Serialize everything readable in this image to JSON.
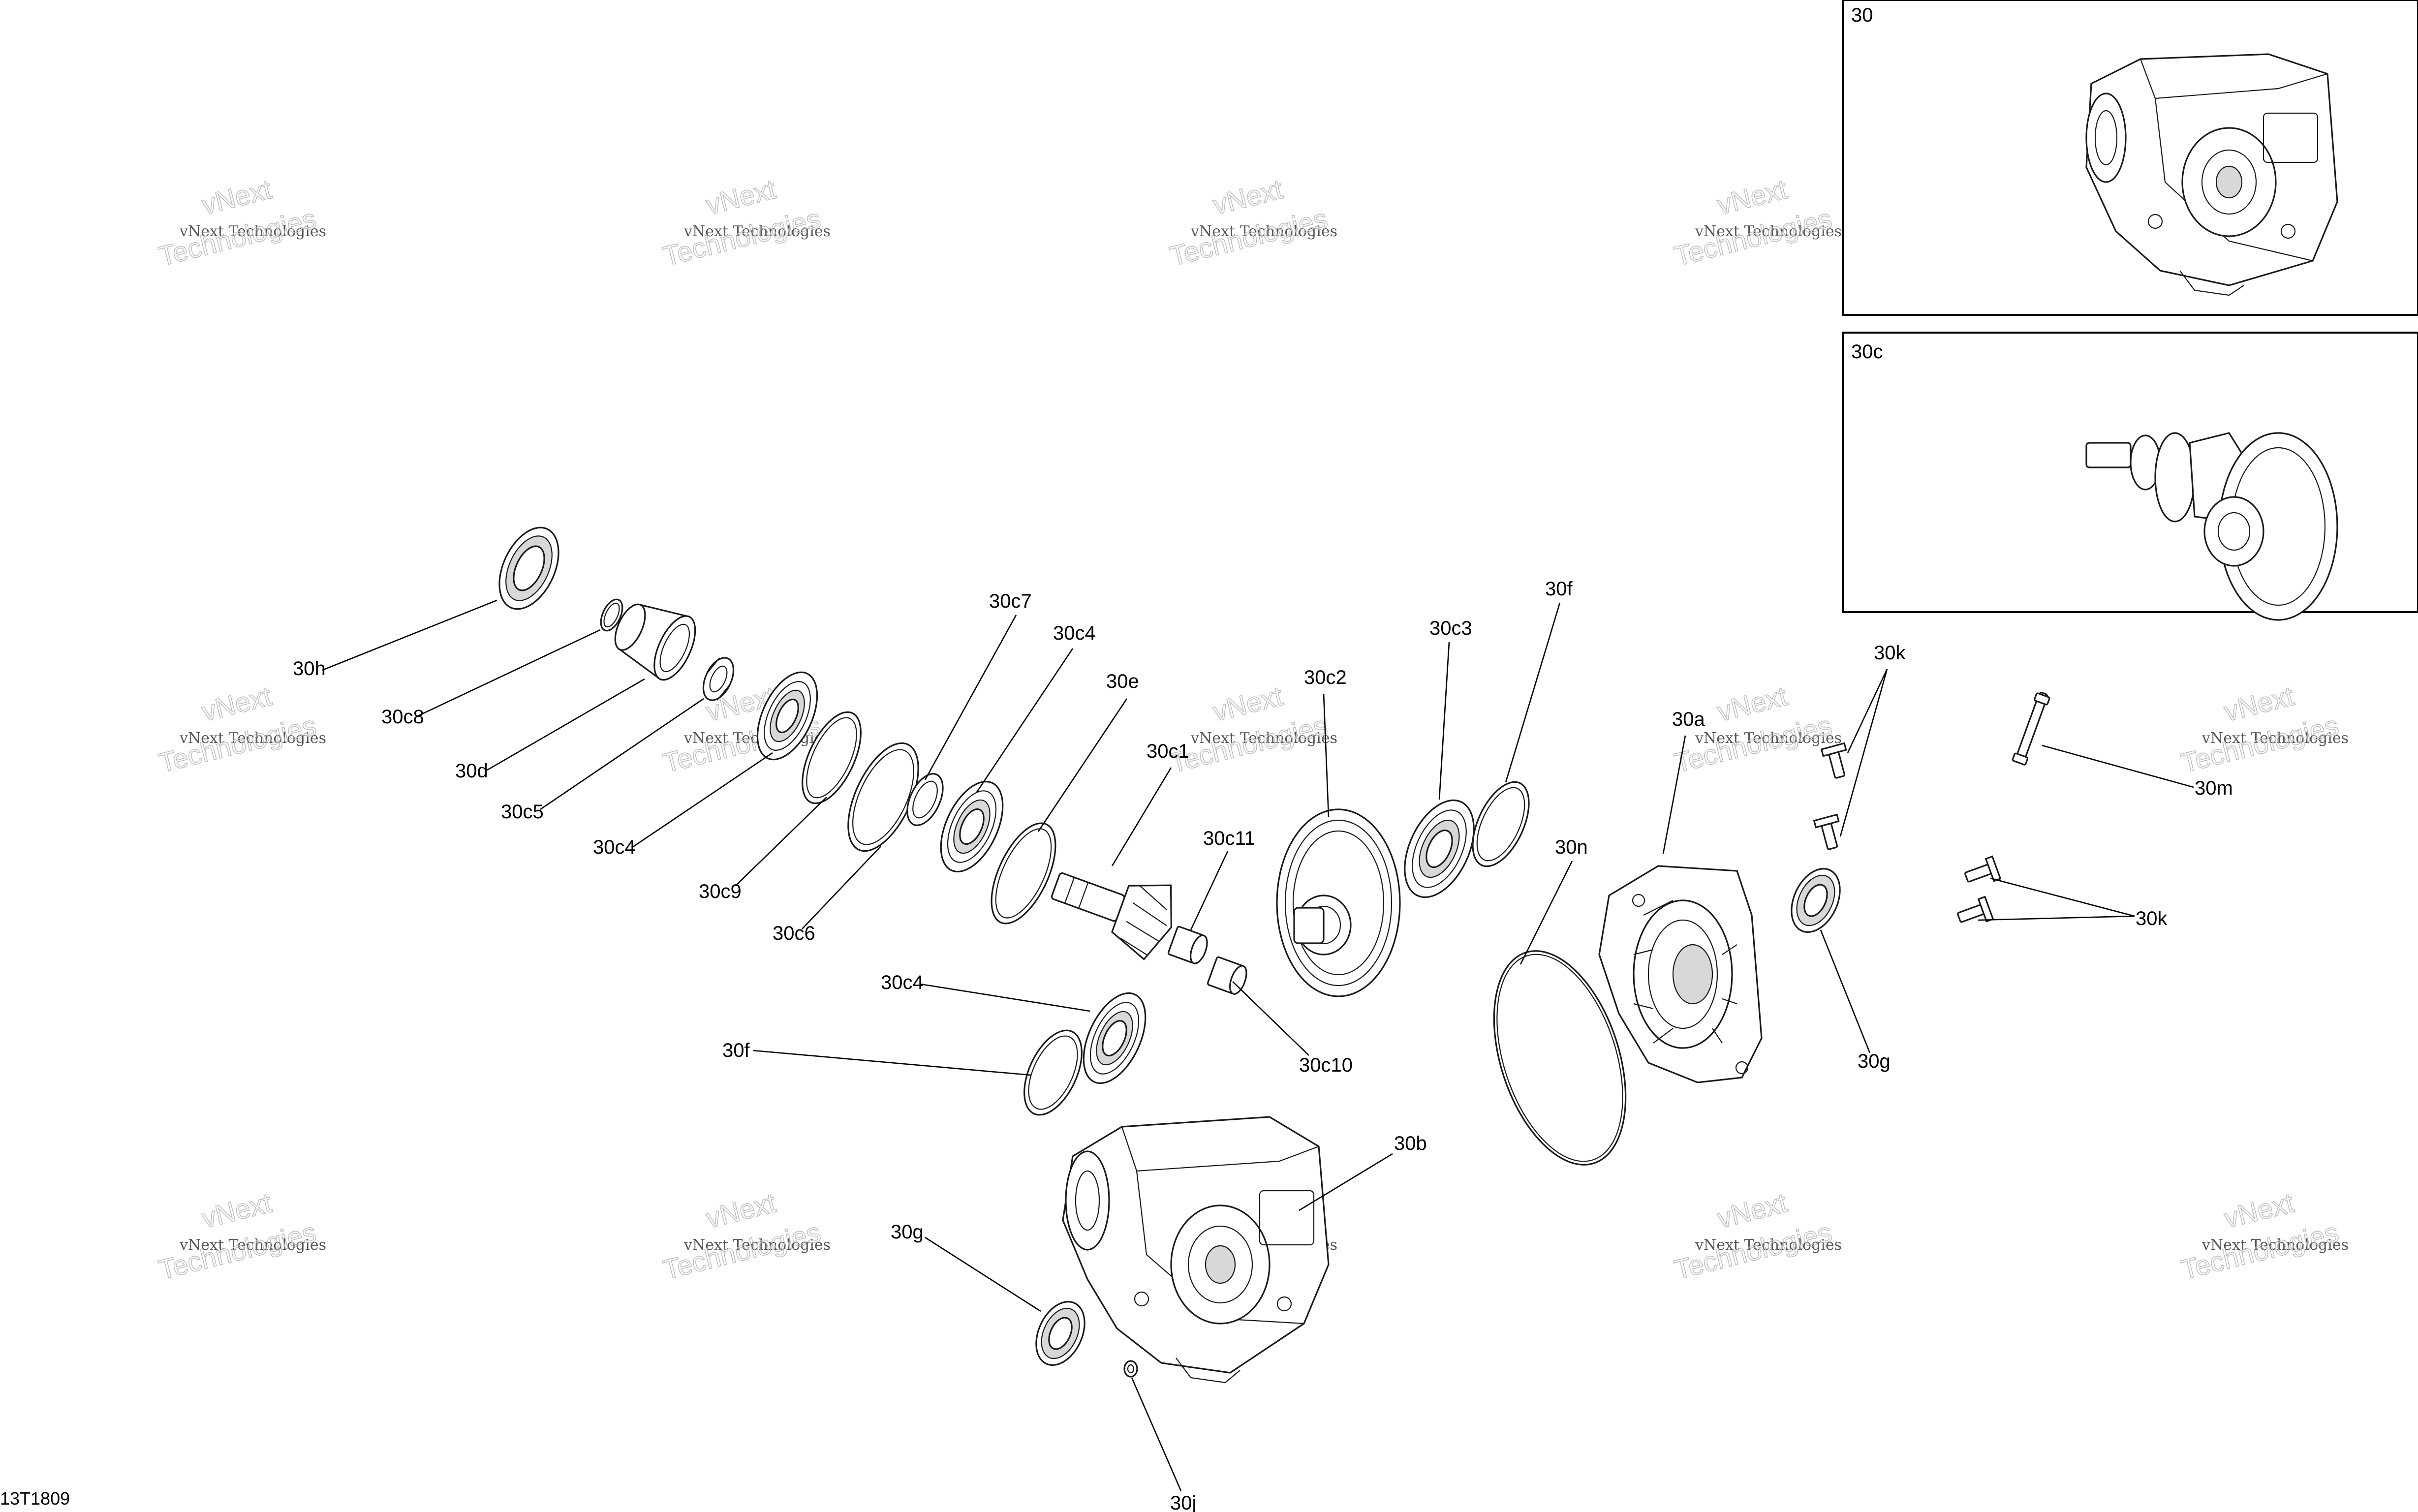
{
  "diagram": {
    "reference": "13T1809",
    "watermark": {
      "line1": "vNext Technologies",
      "line2": "Technologies",
      "line3": "vNext"
    },
    "insets": [
      {
        "label": "30"
      },
      {
        "label": "30c"
      }
    ],
    "callouts": [
      {
        "label": "30h"
      },
      {
        "label": "30c8"
      },
      {
        "label": "30d"
      },
      {
        "label": "30c5"
      },
      {
        "label": "30c4"
      },
      {
        "label": "30c9"
      },
      {
        "label": "30c6"
      },
      {
        "label": "30c7"
      },
      {
        "label": "30c4"
      },
      {
        "label": "30e"
      },
      {
        "label": "30c1"
      },
      {
        "label": "30c11"
      },
      {
        "label": "30c10"
      },
      {
        "label": "30c2"
      },
      {
        "label": "30c3"
      },
      {
        "label": "30f"
      },
      {
        "label": "30n"
      },
      {
        "label": "30a"
      },
      {
        "label": "30k"
      },
      {
        "label": "30m"
      },
      {
        "label": "30k"
      },
      {
        "label": "30g"
      },
      {
        "label": "30c4"
      },
      {
        "label": "30f"
      },
      {
        "label": "30b"
      },
      {
        "label": "30g"
      },
      {
        "label": "30j"
      }
    ]
  }
}
